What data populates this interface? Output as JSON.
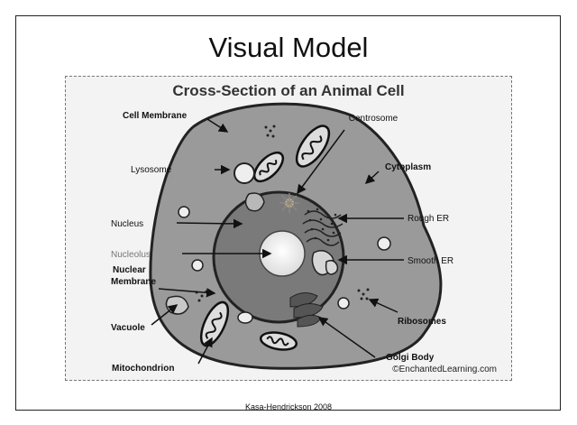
{
  "slide": {
    "title": "Visual Model",
    "footer": "Kasa-Hendrickson 2008"
  },
  "figure": {
    "title": "Cross-Section of an Animal Cell",
    "credit": "©EnchantedLearning.com",
    "labels": {
      "cell_membrane": "Cell Membrane",
      "centrosome": "Centrosome",
      "lysosome": "Lysosome",
      "cytoplasm": "Cytoplasm",
      "nucleus": "Nucleus",
      "rough_er": "Rough ER",
      "nucleolus": "Nucleolus",
      "smooth_er": "Smooth ER",
      "nuclear_membrane_line1": "Nuclear",
      "nuclear_membrane_line2": "Membrane",
      "ribosomes": "Ribosomes",
      "vacuole": "Vacuole",
      "golgi_body": "Golgi Body",
      "mitochondrion": "Mitochondrion"
    }
  }
}
